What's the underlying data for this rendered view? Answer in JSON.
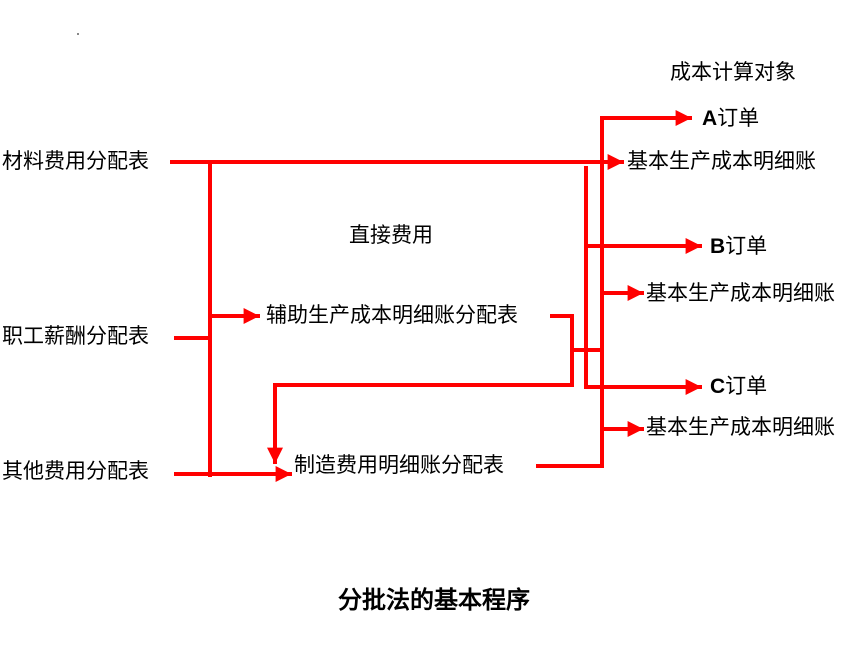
{
  "header": {
    "object_title": "成本计算对象"
  },
  "sources": {
    "materials": "材料费用分配表",
    "wages": "职工薪酬分配表",
    "other": "其他费用分配表"
  },
  "direct_costs": "直接费用",
  "intermediate": {
    "auxiliary": "辅助生产成本明细账分配表",
    "manufacturing": "制造费用明细账分配表"
  },
  "orders": [
    {
      "letter": "A",
      "suffix": "订单",
      "ledger": "基本生产成本明细账"
    },
    {
      "letter": "B",
      "suffix": "订单",
      "ledger": "基本生产成本明细账"
    },
    {
      "letter": "C",
      "suffix": "订单",
      "ledger": "基本生产成本明细账"
    }
  ],
  "footer": {
    "title": "分批法的基本程序"
  },
  "colors": {
    "flow": "#ff0000",
    "text": "#000000"
  }
}
